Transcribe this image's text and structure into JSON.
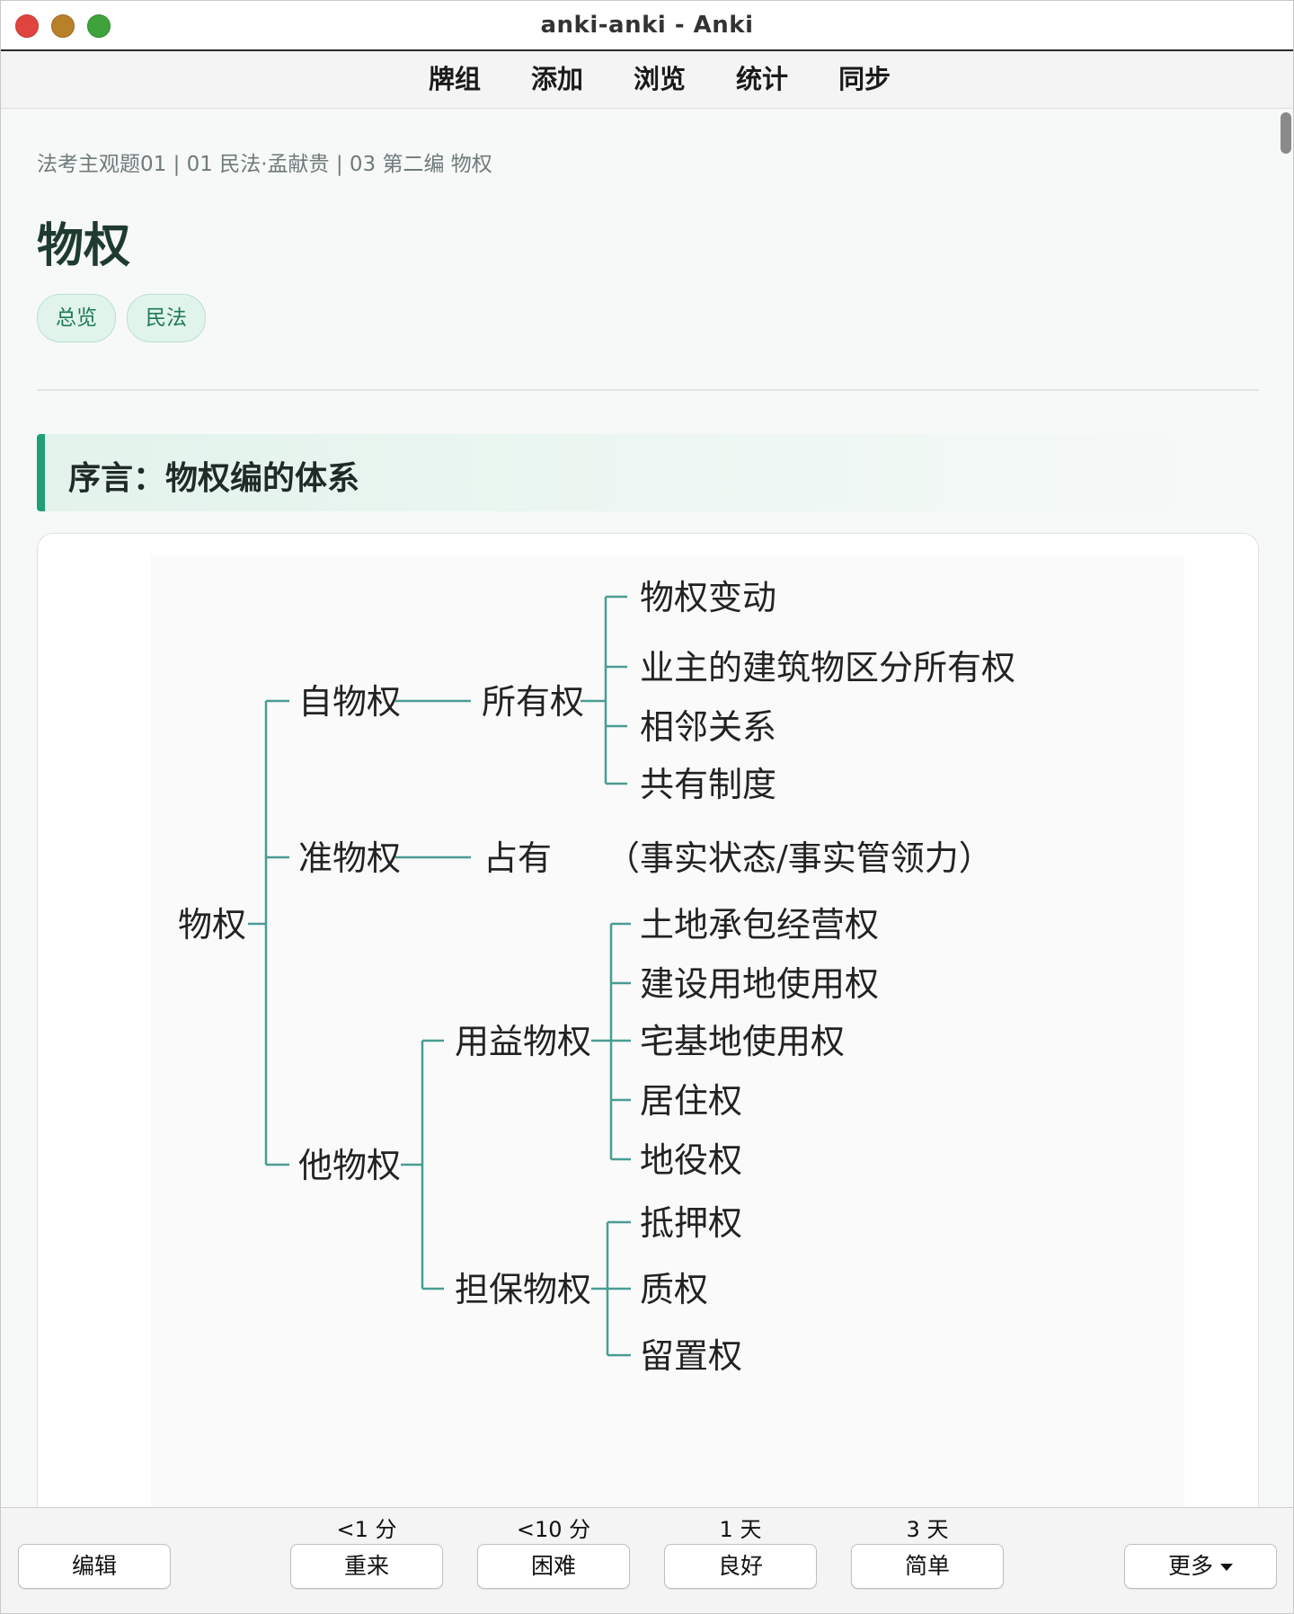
{
  "window": {
    "title": "anki-anki - Anki"
  },
  "toolbar": {
    "items": [
      "牌组",
      "添加",
      "浏览",
      "统计",
      "同步"
    ]
  },
  "card": {
    "breadcrumb": "法考主观题01 | 01 民法·孟献贵 | 03 第二编 物权",
    "title": "物权",
    "tags": [
      "总览",
      "民法"
    ],
    "section_title": "序言：物权编的体系"
  },
  "diagram": {
    "root": "物权",
    "n_zi": "自物权",
    "n_suoyou": "所有权",
    "suoyou_children": [
      "物权变动",
      "业主的建筑物区分所有权",
      "相邻关系",
      "共有制度"
    ],
    "n_zhun": "准物权",
    "n_zhanyou": "占有",
    "zhanyou_note": "（事实状态/事实管领力）",
    "n_ta": "他物权",
    "n_yongyi": "用益物权",
    "yongyi_children": [
      "土地承包经营权",
      "建设用地使用权",
      "宅基地使用权",
      "居住权",
      "地役权"
    ],
    "n_danbao": "担保物权",
    "danbao_children": [
      "抵押权",
      "质权",
      "留置权"
    ]
  },
  "bottom": {
    "edit": "编辑",
    "more": "更多",
    "answers": [
      {
        "interval": "<1 分",
        "label": "重来"
      },
      {
        "interval": "<10 分",
        "label": "困难"
      },
      {
        "interval": "1 天",
        "label": "良好"
      },
      {
        "interval": "3 天",
        "label": "简单"
      }
    ]
  }
}
